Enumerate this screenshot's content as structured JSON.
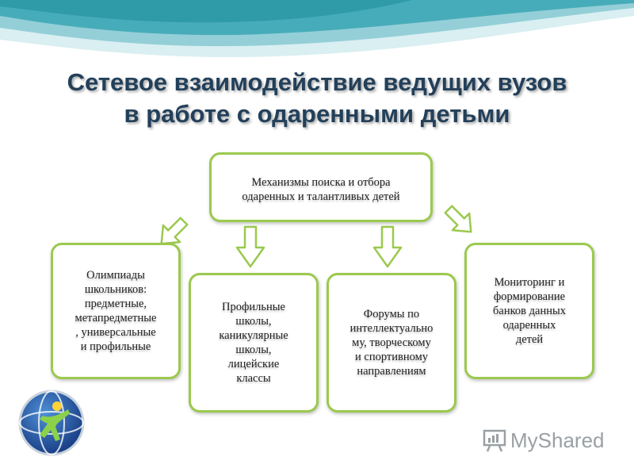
{
  "title": {
    "line1": "Сетевое взаимодействие ведущих вузов",
    "line2": "в работе с одаренными детьми"
  },
  "diagram": {
    "top": {
      "line1": "Механизмы поиска и отбора",
      "line2": "одаренных и талантливых детей"
    },
    "olympiads": [
      "Олимпиады",
      "школьников:",
      "предметные,",
      "метапредметные",
      ", универсальные",
      "и профильные"
    ],
    "schools": [
      "Профильные",
      "школы,",
      "каникулярные",
      "школы,",
      "лицейские",
      "классы"
    ],
    "forums": [
      "Форумы по",
      "интеллектуально",
      "му, творческому",
      "и спортивному",
      "направлениям"
    ],
    "monitoring": [
      "Мониторинг и",
      "формирование",
      "банков данных",
      "одаренных",
      "детей"
    ]
  },
  "watermark": {
    "text": "MyShared"
  },
  "colors": {
    "box_border": "#9bc94e",
    "title": "#23405a",
    "wave_teal": "#3aa6b4",
    "wave_light": "#bfe3e8"
  }
}
